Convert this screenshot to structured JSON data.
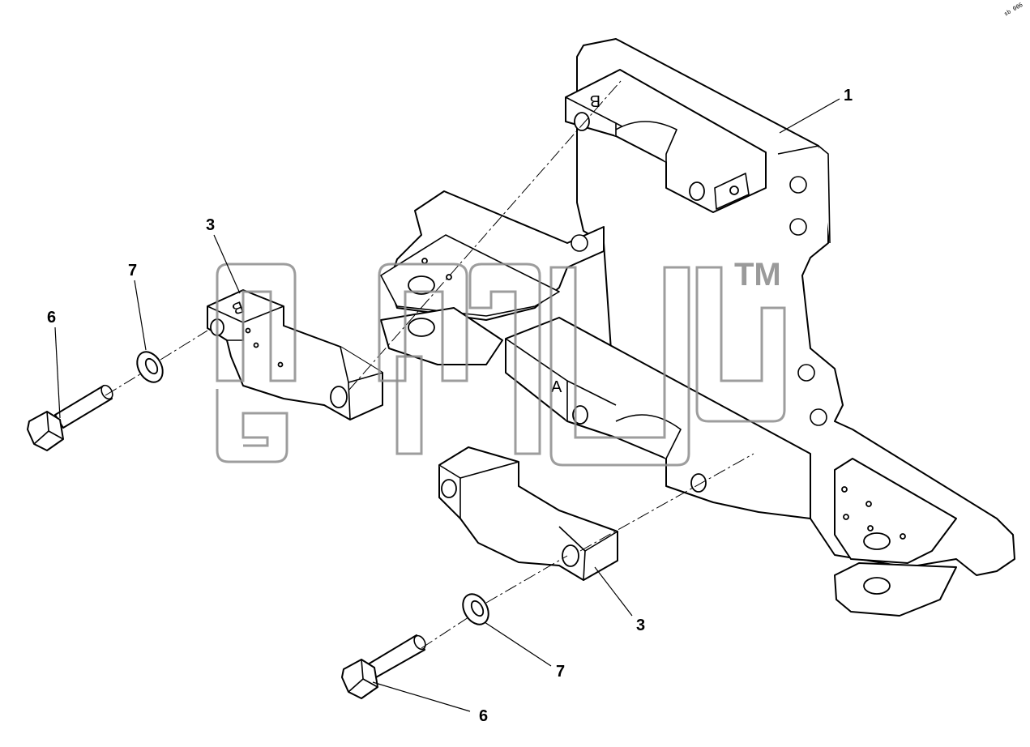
{
  "callouts": {
    "frame": "1",
    "cap_upper": "3",
    "washer_upper": "7",
    "bolt_upper": "6",
    "cap_lower": "3",
    "washer_lower": "7",
    "bolt_lower": "6"
  },
  "stamps": {
    "cap_upper": "B",
    "frame_top": "B",
    "frame_mid": "A"
  },
  "watermark": {
    "trademark": "TM"
  },
  "corner_code": "sb 006"
}
